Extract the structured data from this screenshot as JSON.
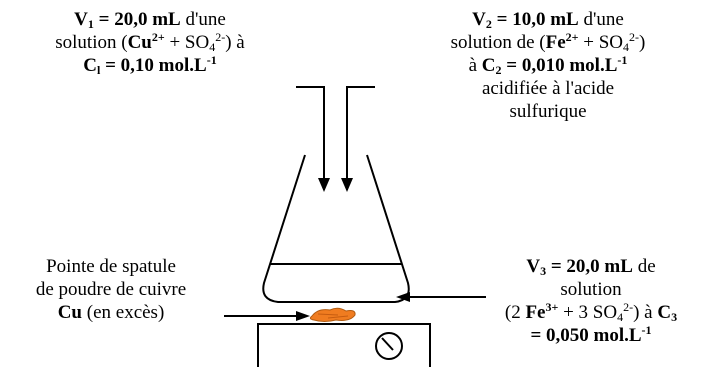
{
  "label_v1": {
    "v": "V",
    "v_sub": "1",
    "eq": " = 20,0 mL",
    "t1": " d'une",
    "t2": "solution (",
    "ion": "Cu",
    "ion_sup": "2+",
    "t3": " + SO",
    "so4_sub": "4",
    "so4_sup": "2-",
    "t4": ") à",
    "c": "C",
    "c_sub": "l",
    "c_val": " = 0,10 mol.L",
    "c_unit_sup": "-1"
  },
  "label_v2": {
    "v": "V",
    "v_sub": "2",
    "eq": " = 10,0 mL",
    "t1": " d'une",
    "t2": "solution de (",
    "ion": "Fe",
    "ion_sup": "2+",
    "t3": " + SO",
    "so4_sub": "4",
    "so4_sup": "2-",
    "t4": ")",
    "a": "à ",
    "c": "C",
    "c_sub": "2",
    "c_val": " = 0,010 mol.L",
    "c_unit_sup": "-1",
    "line4": "acidifiée à l'acide",
    "line5": "sulfurique"
  },
  "label_cu": {
    "line1": "Pointe de spatule",
    "line2": "de poudre de cuivre",
    "cu": "Cu",
    "line3": " (en excès)"
  },
  "label_v3": {
    "v": "V",
    "v_sub": "3",
    "eq": " = 20,0 mL",
    "t1": " de",
    "line2": "solution",
    "t3a": "(2 ",
    "fe": "Fe",
    "fe_sup": "3+",
    "t3b": " + 3 SO",
    "so4_sub": "4",
    "so4_sup": "2-",
    "t3c": ") à ",
    "c": "C",
    "c_sub": "3",
    "line4": "= 0,050 mol.L",
    "unit_sup": "-1"
  },
  "colors": {
    "copper_powder": "#f07c20",
    "copper_outline": "#b05a10",
    "line": "#000000"
  }
}
